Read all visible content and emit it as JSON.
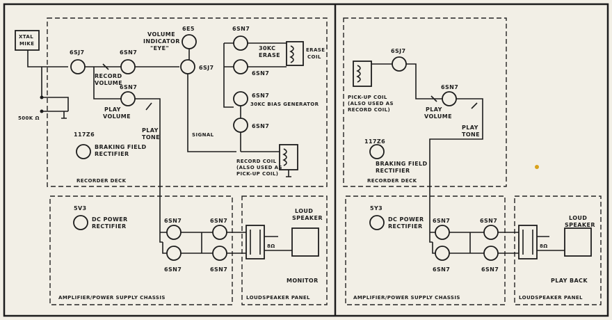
{
  "colors": {
    "ink": "#1c1c1c",
    "paper": "#f2efe6",
    "dot": "#d9a21b"
  },
  "sections": {
    "recorder_deck_left": "RECORDER DECK",
    "recorder_deck_right": "RECORDER DECK",
    "amp_left": "AMPLIFIER/POWER SUPPLY CHASSIS",
    "amp_right": "AMPLIFIER/POWER SUPPLY CHASSIS",
    "speaker_left": "LOUDSPEAKER PANEL",
    "speaker_right": "LOUDSPEAKER PANEL"
  },
  "left": {
    "xtal_mike": [
      "XTAL",
      "MIKE"
    ],
    "res_500k": "500K Ω",
    "tubes": {
      "t1": "6SJ7",
      "t2": "6SN7",
      "t3": "6SN7",
      "t6e5": "6E5",
      "t6sj7b": "6SJ7",
      "t_erase": "6SN7",
      "t_erase_b": "6SN7",
      "t_bias": "6SN7",
      "t_rec": "6SN7",
      "t11726": "117Z6"
    },
    "record_volume": [
      "RECORD",
      "VOLUME"
    ],
    "play_volume": [
      "PLAY",
      "VOLUME"
    ],
    "play_tone": [
      "PLAY",
      "TONE"
    ],
    "volume_indicator": [
      "VOLUME",
      "INDICATOR",
      "\"EYE\""
    ],
    "erase_30kc": [
      "30KC",
      "ERASE"
    ],
    "erase_coil": [
      "ERASE",
      "COIL"
    ],
    "bias_gen": "30KC BIAS GENERATOR",
    "signal": "SIGNAL",
    "record_coil": [
      "RECORD COIL",
      "(ALSO USED AS",
      "PICK-UP COIL)"
    ],
    "braking": [
      "BRAKING FIELD",
      "RECTIFIER"
    ],
    "dc_power": [
      "DC POWER",
      "RECTIFIER"
    ],
    "t5v3": "5V3",
    "amp_tubes": {
      "a1": "6SN7",
      "a2": "6SN7",
      "a3": "6SN7",
      "a4": "6SN7"
    },
    "loud_speaker": [
      "LOUD",
      "SPEAKER"
    ],
    "ohm8": "8Ω",
    "monitor": "MONITOR"
  },
  "right": {
    "t6sj7": "6SJ7",
    "pickup_coil": [
      "PICK-UP COIL",
      "(ALSO USED AS",
      "RECORD COIL)"
    ],
    "t6sn7": "6SN7",
    "play_volume": [
      "PLAY",
      "VOLUME"
    ],
    "play_tone": [
      "PLAY",
      "TONE"
    ],
    "t11726": "117Z6",
    "braking": [
      "BRAKING FIELD",
      "RECTIFIER"
    ],
    "t5v3": "5Y3",
    "dc_power": [
      "DC POWER",
      "RECTIFIER"
    ],
    "amp_tubes": {
      "a1": "6SN7",
      "a2": "6SN7",
      "a3": "6SN7",
      "a4": "6SN7"
    },
    "loud_speaker": [
      "LOUD",
      "SPEAKER"
    ],
    "ohm8": "8Ω",
    "play_back": "PLAY BACK"
  }
}
